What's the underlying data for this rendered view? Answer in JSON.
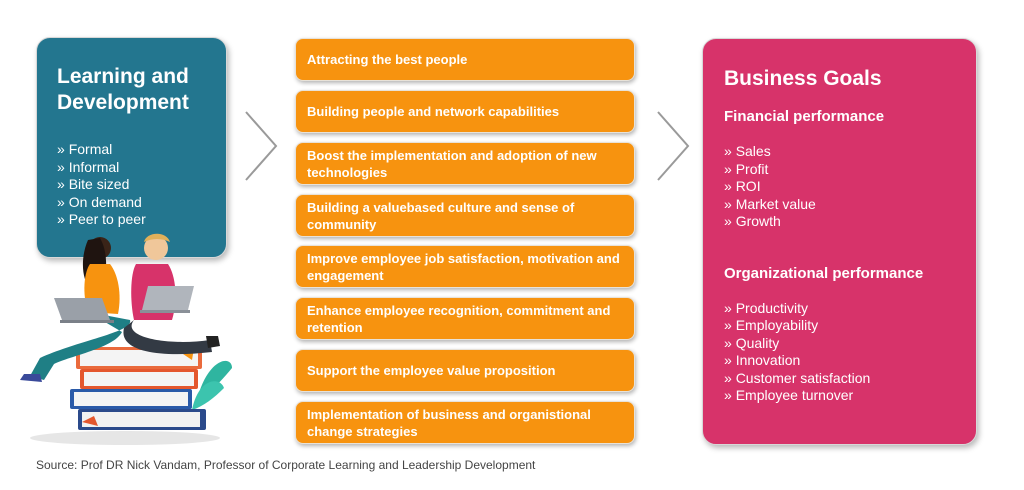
{
  "learning": {
    "title_line1": "Learning and",
    "title_line2": "Development",
    "items": [
      "Formal",
      "Informal",
      "Bite sized",
      "On demand",
      "Peer to peer"
    ]
  },
  "benefits": [
    "Attracting the best people",
    "Building people and network capabilities",
    "Boost the implementation and adoption of new technologies",
    "Building a valuebased culture and sense of community",
    "Improve employee job satisfaction, motivation and engagement",
    "Enhance employee recognition, commitment and retention",
    "Support the employee value proposition",
    "Implementation of business and organistional change strategies"
  ],
  "goals": {
    "title": "Business Goals",
    "financial_heading": "Financial performance",
    "financial_items": [
      "Sales",
      "Profit",
      "ROI",
      "Market value",
      "Growth"
    ],
    "organizational_heading": "Organizational performance",
    "organizational_items": [
      "Productivity",
      "Employability",
      "Quality",
      "Innovation",
      "Customer satisfaction",
      "Employee turnover"
    ]
  },
  "source": "Source: Prof DR Nick Vandam, Professor of Corporate Learning and Leadership Development",
  "colors": {
    "learning_card": "#23768f",
    "benefit_box": "#f7930f",
    "goals_card": "#d7336a",
    "chevron": "#9a9a9a"
  },
  "icons": [
    "chevron-right-icon",
    "people-with-laptops-on-books-illustration"
  ]
}
